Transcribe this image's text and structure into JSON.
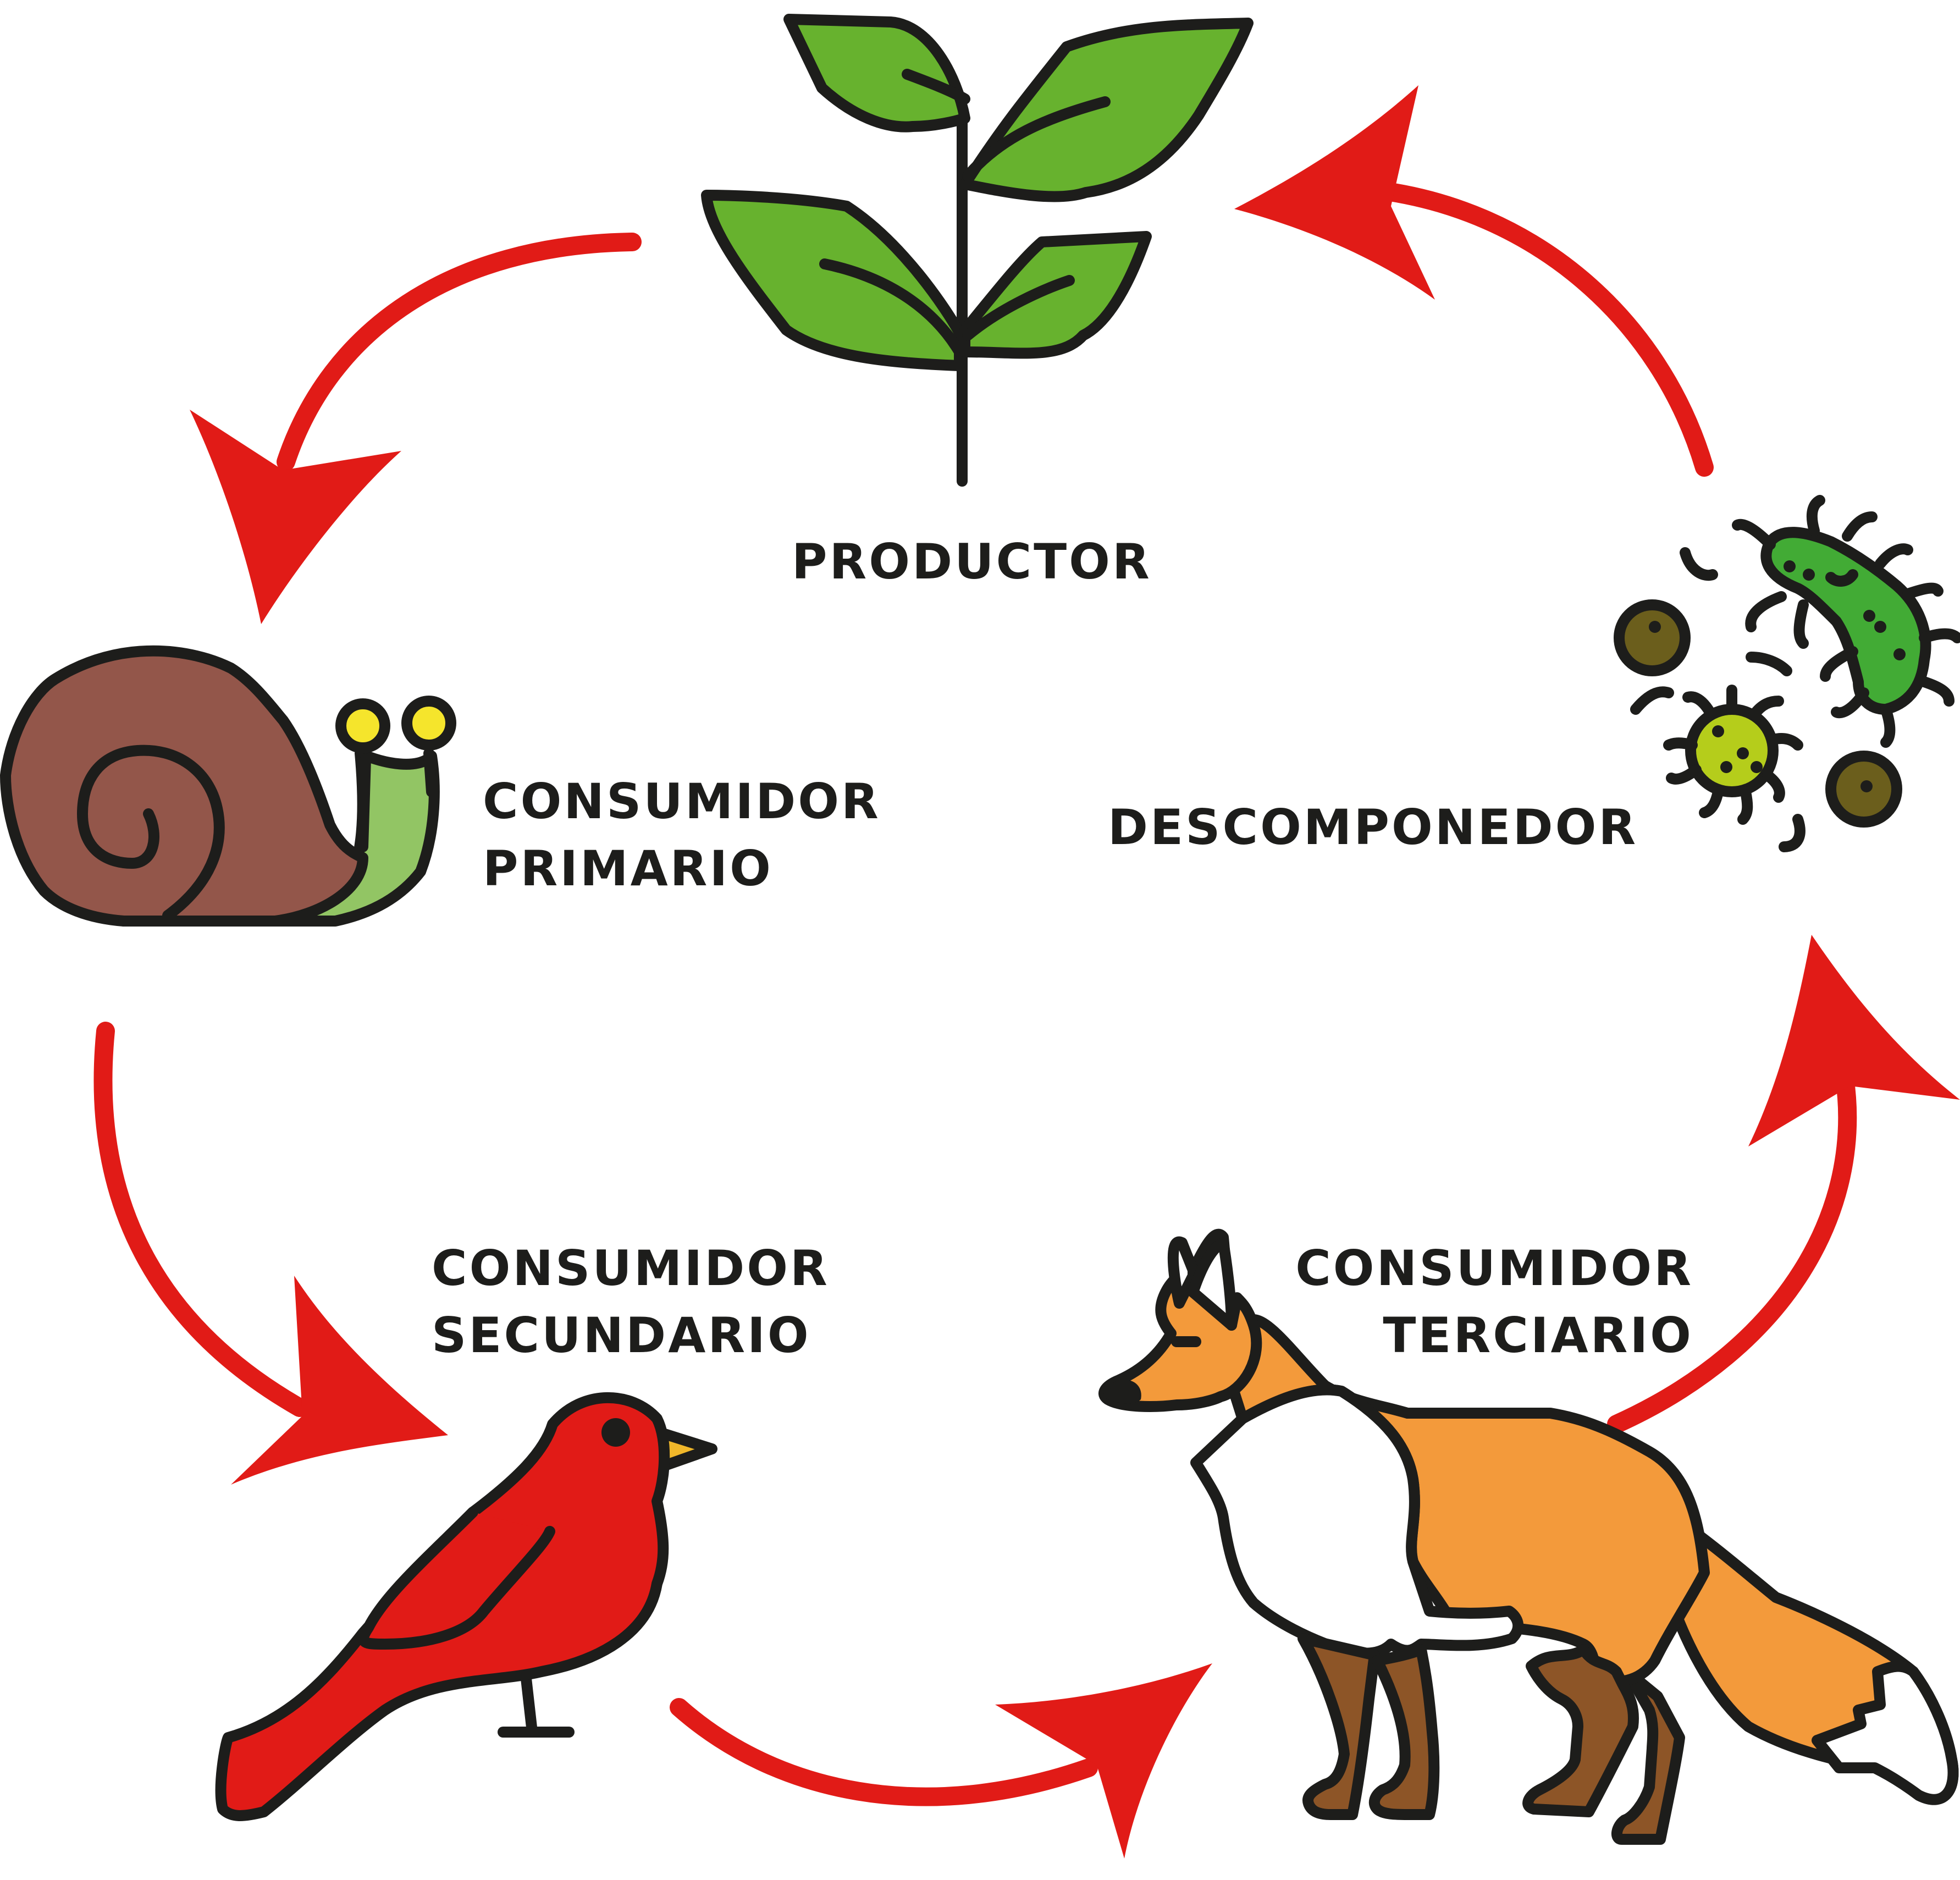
{
  "labels": {
    "producer": [
      "PRODUCTOR"
    ],
    "primary": [
      "CONSUMIDOR",
      "PRIMARIO"
    ],
    "secondary": [
      "CONSUMIDOR",
      "SECUNDARIO"
    ],
    "tertiary": [
      "CONSUMIDOR",
      "TERCIARIO"
    ],
    "decomposer": [
      "DESCOMPONEDOR"
    ]
  },
  "icons": {
    "producer": "plant-icon",
    "primary": "snail-icon",
    "secondary": "bird-icon",
    "tertiary": "fox-icon",
    "decomposer": "bacteria-icon"
  },
  "colors": {
    "arrow": "#e11b17",
    "outline": "#1d1d1b",
    "leaf": "#67b22e",
    "snail_shell": "#93564a",
    "snail_body": "#92c564",
    "snail_eye": "#f5e52c",
    "bird": "#e11b17",
    "bird_beak": "#f0b72a",
    "fox": "#f39a3b",
    "fox_legs": "#8d5527",
    "bacteria_green": "#42ab35",
    "bacteria_lime": "#b5cd1b",
    "bacteria_olive": "#6b5e1c"
  }
}
